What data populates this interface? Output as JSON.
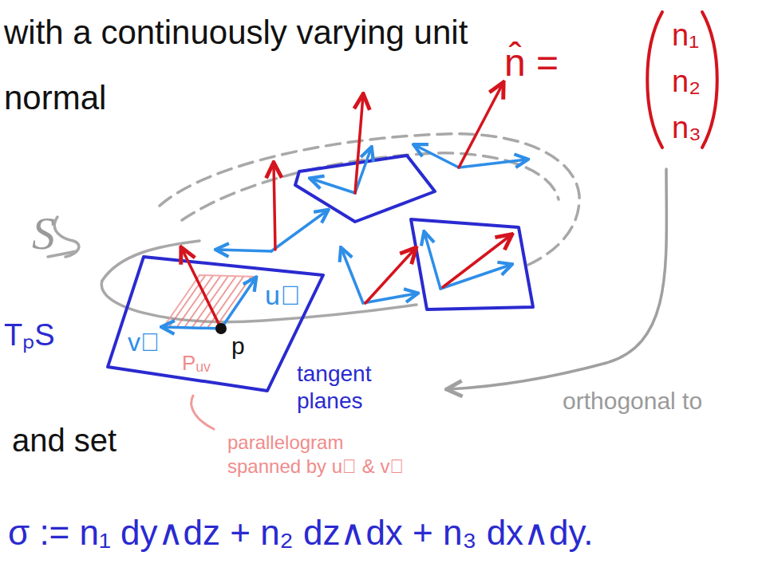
{
  "diagram": {
    "labels": [
      "with a continuously varying unit normal",
      "n̂ =",
      "n₁",
      "n₂",
      "n₃",
      "S",
      "TₚS",
      "u⃗",
      "v⃗",
      "p",
      "Pᵤᵥ",
      "tangent planes",
      "orthogonal to",
      "and set",
      "parallelogram spanned by u⃗ & v⃗",
      "σ := n₁ dy∧dz + n₂ dz∧dx + n₃ dx∧dy."
    ]
  }
}
